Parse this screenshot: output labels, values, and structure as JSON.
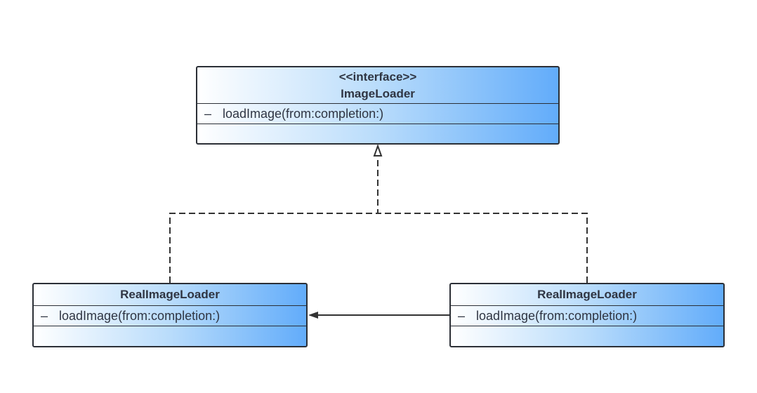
{
  "diagram": {
    "interface": {
      "stereotype": "<<interface>>",
      "name": "ImageLoader",
      "methods": [
        {
          "visibility": "–",
          "signature": "loadImage(from:completion:)"
        }
      ]
    },
    "left_class": {
      "name": "RealImageLoader",
      "methods": [
        {
          "visibility": "–",
          "signature": "loadImage(from:completion:)"
        }
      ]
    },
    "right_class": {
      "name": "RealImageLoader",
      "methods": [
        {
          "visibility": "–",
          "signature": "loadImage(from:completion:)"
        }
      ]
    },
    "relations": [
      {
        "type": "realization",
        "from": "left_class",
        "to": "interface",
        "style": "dashed"
      },
      {
        "type": "realization",
        "from": "right_class",
        "to": "interface",
        "style": "dashed"
      },
      {
        "type": "association",
        "from": "right_class",
        "to": "left_class",
        "style": "solid"
      }
    ],
    "colors": {
      "gradient_start": "#ffffff",
      "gradient_end": "#62acfa",
      "border": "#2b2f36",
      "line": "#333333"
    }
  }
}
